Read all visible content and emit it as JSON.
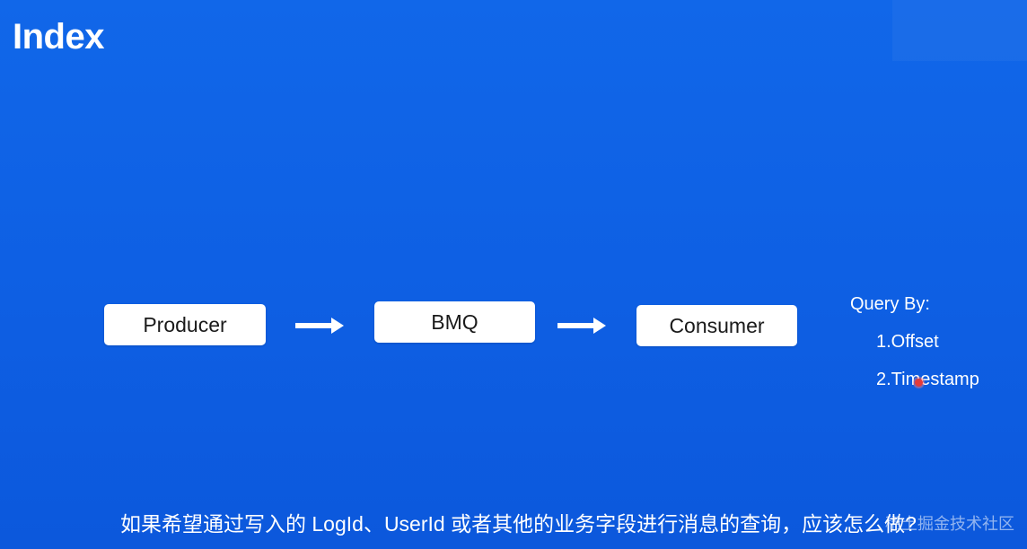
{
  "slide": {
    "title": "Index",
    "background_color": "#0e5fe3"
  },
  "diagram": {
    "nodes": [
      {
        "id": "producer",
        "label": "Producer"
      },
      {
        "id": "bmq",
        "label": "BMQ"
      },
      {
        "id": "consumer",
        "label": "Consumer"
      }
    ],
    "edges": [
      {
        "from": "producer",
        "to": "bmq"
      },
      {
        "from": "bmq",
        "to": "consumer"
      }
    ]
  },
  "query_panel": {
    "heading": "Query By:",
    "items": [
      "1.Offset",
      "2.Timestamp"
    ]
  },
  "caption": "如果希望通过写入的 LogId、UserId 或者其他的业务字段进行消息的查询，应该怎么做?",
  "watermark": "稀土掘金技术社区"
}
